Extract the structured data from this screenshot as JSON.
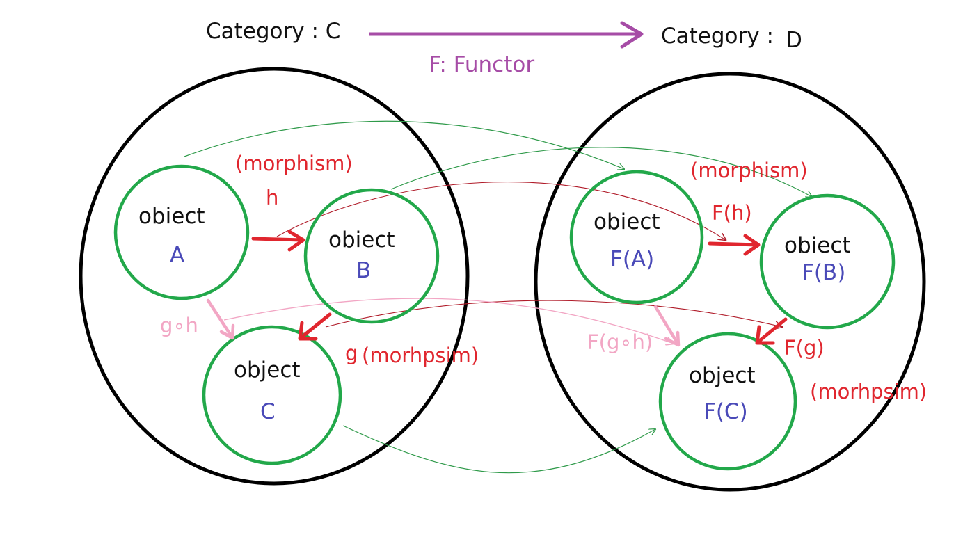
{
  "header": {
    "source_category": "Category : C",
    "target_category": "Category :",
    "target_category_letter": "D",
    "functor_label": "F: Functor"
  },
  "category_c": {
    "object_a": {
      "word": "obiect",
      "name": "A"
    },
    "object_b": {
      "word": "obiect",
      "name": "B"
    },
    "object_c": {
      "word": "object",
      "name": "C"
    },
    "morphism_h_note": "(morphism)",
    "morphism_h": "h",
    "morphism_g": "g",
    "morphism_g_note": "(morhpsim)",
    "composition": "g∘h"
  },
  "category_d": {
    "object_fa": {
      "word": "obiect",
      "name": "F(A)"
    },
    "object_fb": {
      "word": "obiect",
      "name": "F(B)"
    },
    "object_fc": {
      "word": "object",
      "name": "F(C)"
    },
    "morphism_fh_note": "(morphism)",
    "morphism_fh": "F(h)",
    "morphism_fg": "F(g)",
    "morphism_fg_note": "(morhpsim)",
    "composition": "F(g∘h)"
  },
  "colors": {
    "category_outline": "#000000",
    "object_outline": "#22a84a",
    "object_label": "#4a4ab8",
    "morphism": "#e0262e",
    "composition": "#f2a6c4",
    "functor": "#a64ca6",
    "functor_mapping": "#2f9a4a",
    "morphism_mapping": "#b01c2a"
  }
}
